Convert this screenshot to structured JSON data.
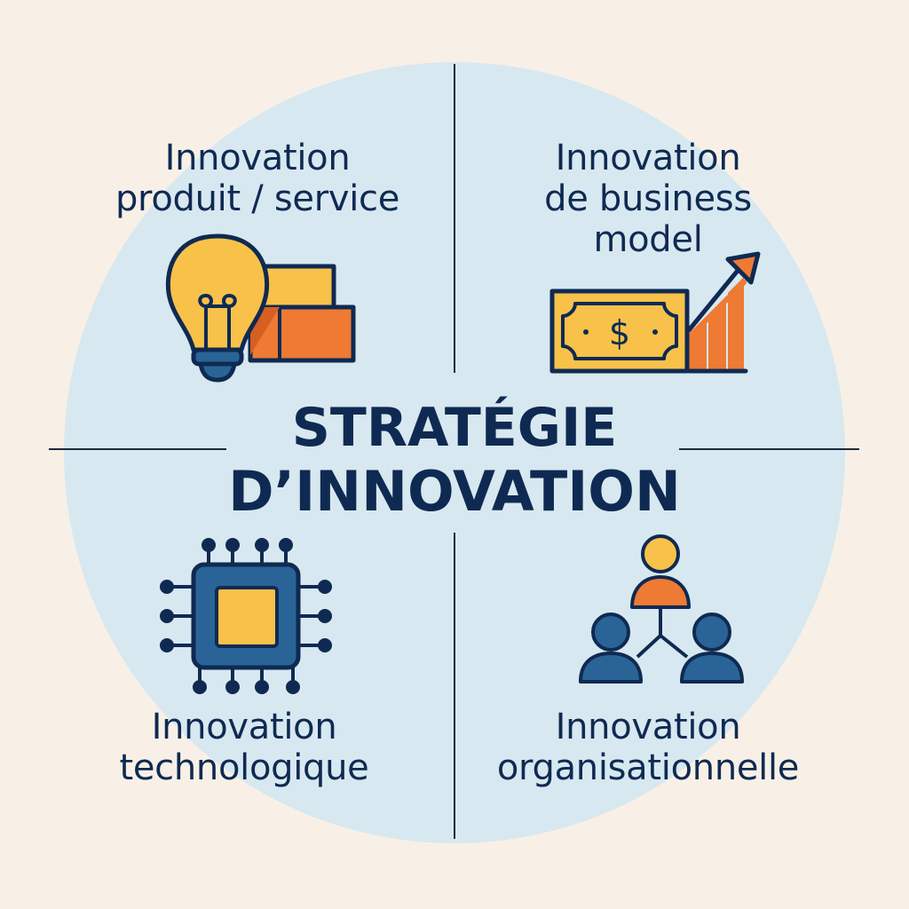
{
  "center": {
    "title_line1": "STRATÉGIE",
    "title_line2": "D’INNOVATION"
  },
  "quadrants": [
    {
      "id": "product-service",
      "lines": [
        "Innovation",
        "produit / service"
      ],
      "icon": "lightbulb-and-boxes-icon"
    },
    {
      "id": "business-model",
      "lines": [
        "Innovation",
        "de business",
        "model"
      ],
      "icon": "banknote-growth-arrow-icon"
    },
    {
      "id": "technological",
      "lines": [
        "Innovation",
        "technologique"
      ],
      "icon": "microchip-icon"
    },
    {
      "id": "organizational",
      "lines": [
        "Innovation",
        "organisationnelle"
      ],
      "icon": "team-hierarchy-icon"
    }
  ],
  "colors": {
    "background": "#f8f0e6",
    "circle": "#d7e8f0",
    "navy": "#0f2a52",
    "yellow": "#f8c14a",
    "orange": "#ee7a33",
    "blue": "#2a6496",
    "divider": "#1c2b3c"
  }
}
